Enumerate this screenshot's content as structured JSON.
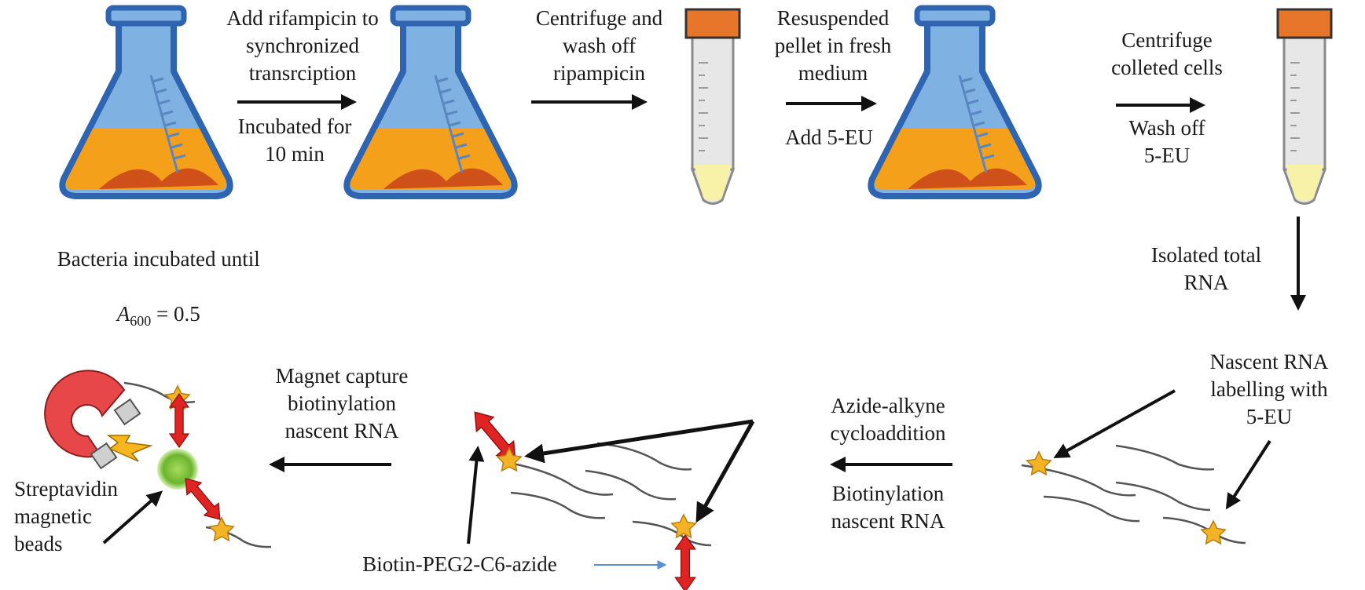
{
  "steps": {
    "bacteria": "Bacteria incubated until",
    "a600_symbol": "A",
    "a600_sub": "600",
    "a600_value": " = 0.5",
    "add_rifampicin": "Add rifampicin to\nsynchronized\ntransrciption",
    "incubated": "Incubated for\n10 min",
    "centrifuge_wash": "Centrifuge and\nwash off\nripampicin",
    "resuspended": "Resuspended\npellet in fresh\nmedium",
    "add_5eu": "Add 5-EU",
    "centrifuge_collected": "Centrifuge\ncolleted cells",
    "wash_5eu": "Wash off\n5-EU",
    "isolated_rna": "Isolated total\nRNA",
    "nascent_labelling": "Nascent RNA\nlabelling with\n5-EU",
    "azide_alkyne": "Azide-alkyne\ncycloaddition",
    "biotinylation": "Biotinylation\nnascent RNA",
    "magnet_capture": "Magnet capture\nbiotinylation\nnascent RNA",
    "streptavidin": "Streptavidin\nmagnetic\nbeads",
    "biotin_peg": "Biotin-PEG2-C6-azide"
  },
  "colors": {
    "flask_glass": "#7aaee0",
    "flask_outline": "#2f64b0",
    "liquid": "#f5a01a",
    "liquid_dark": "#c8421a",
    "tube_cap": "#e8762a",
    "tube_body": "#e7e7e7",
    "tube_tip": "#f8f2a8",
    "star": "#f4b324",
    "red_arrow": "#e02323",
    "magnet": "#e8474a",
    "bolt": "#f7b51e",
    "bead": "#7dc23a",
    "blue_arrow": "#5b8fd6",
    "arrow": "#111111"
  }
}
